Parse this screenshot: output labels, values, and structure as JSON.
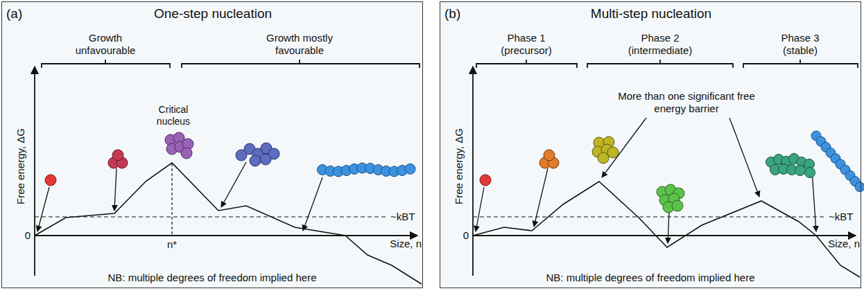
{
  "diagram": {
    "nodes": [
      {
        "text": [
          "(a)",
          "One-step nucleation"
        ]
      },
      {
        "text": [
          "(b)",
          "Multi-step nucleation"
        ]
      }
    ],
    "labels": [
      "Growth unfavourable",
      "Growth mostly favourable",
      "Critical nucleus",
      "Free energy, ΔG",
      "0",
      "n*",
      "Size, n",
      "~kBT",
      "NB: multiple degrees of freedom implied here",
      "Phase 1 (precursor)",
      "Phase 2 (intermediate)",
      "Phase 3 (stable)",
      "More than one significant free energy barrier",
      "Free energy, ΔG",
      "0",
      "Size, n",
      "~kBT",
      "NB: multiple degrees of freedom implied here"
    ]
  }
}
